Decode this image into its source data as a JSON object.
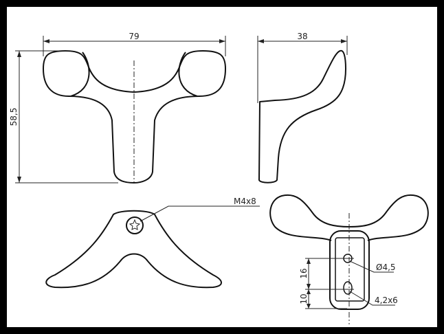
{
  "drawing": {
    "dimensions": {
      "width_front": "79",
      "depth_side": "38",
      "height_front": "58,5",
      "screw": "M4x8",
      "hole_diameter": "Ø4,5",
      "hole_spacing": "16",
      "hole_offset": "10",
      "slot": "4,2x6"
    },
    "colors": {
      "background": "#ffffff",
      "frame": "#000000",
      "line": "#111111"
    }
  }
}
